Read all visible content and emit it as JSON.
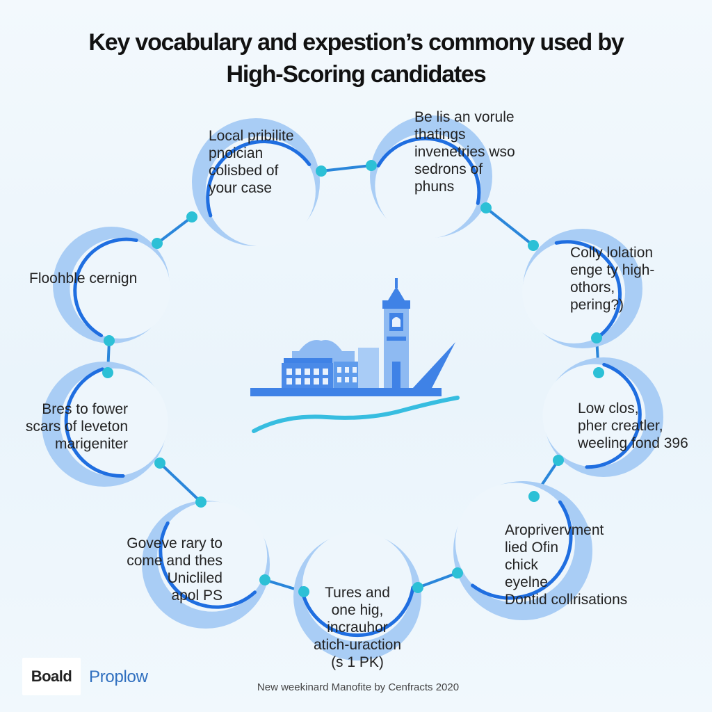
{
  "title": {
    "line1": "Key vocabulary and expestion’s commony used by",
    "line2": "High-Scoring candidates"
  },
  "colors": {
    "arc_dark": "#1f6ee0",
    "arc_light": "#a9cdf5",
    "node": "#2cc0d6",
    "connector": "#2a86da",
    "building": "#3f82e6",
    "building_light": "#8ebaf2",
    "wave": "#37bde0"
  },
  "center_icon": "city-waterfront-illustration",
  "items": [
    {
      "lines": [
        "Local pribilite",
        "pnoician",
        "colisbed of",
        "your case"
      ]
    },
    {
      "lines": [
        "Be lis an vorule",
        "thatings",
        "invenetries wso",
        "sedrons of",
        "phuns"
      ]
    },
    {
      "lines": [
        "Colly lolation",
        "enge ty high-",
        "othors,",
        "pering?)"
      ]
    },
    {
      "lines": [
        "Low clos,",
        "pher creatler,",
        "weeling fond 396"
      ]
    },
    {
      "lines": [
        "Aroprivervment",
        "lied Ofin",
        "chick",
        "eyelne",
        "Dontid collrisations"
      ]
    },
    {
      "lines": [
        "Tures and",
        "one hig,",
        "incrauhor",
        "atich-uraction",
        "(s 1 PK)"
      ]
    },
    {
      "lines": [
        "Goveve rary to",
        "come and thes",
        "Unicliled",
        "apol PS"
      ]
    },
    {
      "lines": [
        "Bres to fower",
        "scars of leveton",
        "marigeniter"
      ]
    },
    {
      "lines": [
        "Floohble cernign"
      ]
    }
  ],
  "brand": {
    "name": "Boald",
    "sub": "Proplow"
  },
  "footer": "New weekinard Manofite by Cenfracts 2020"
}
